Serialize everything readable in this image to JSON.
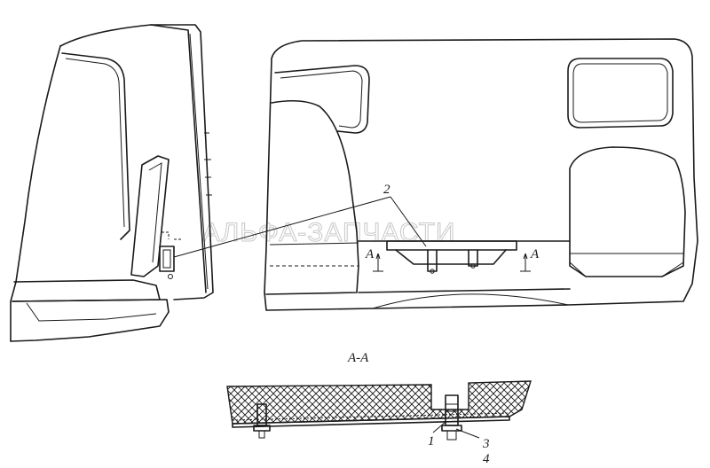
{
  "watermark": "АЛЬФА-ЗАПЧАСТИ",
  "section_title": "А-А",
  "callouts": {
    "item_2": "2",
    "item_1": "1",
    "item_3": "3",
    "item_4": "4"
  },
  "section_markers": {
    "left": "А",
    "right": "А"
  }
}
